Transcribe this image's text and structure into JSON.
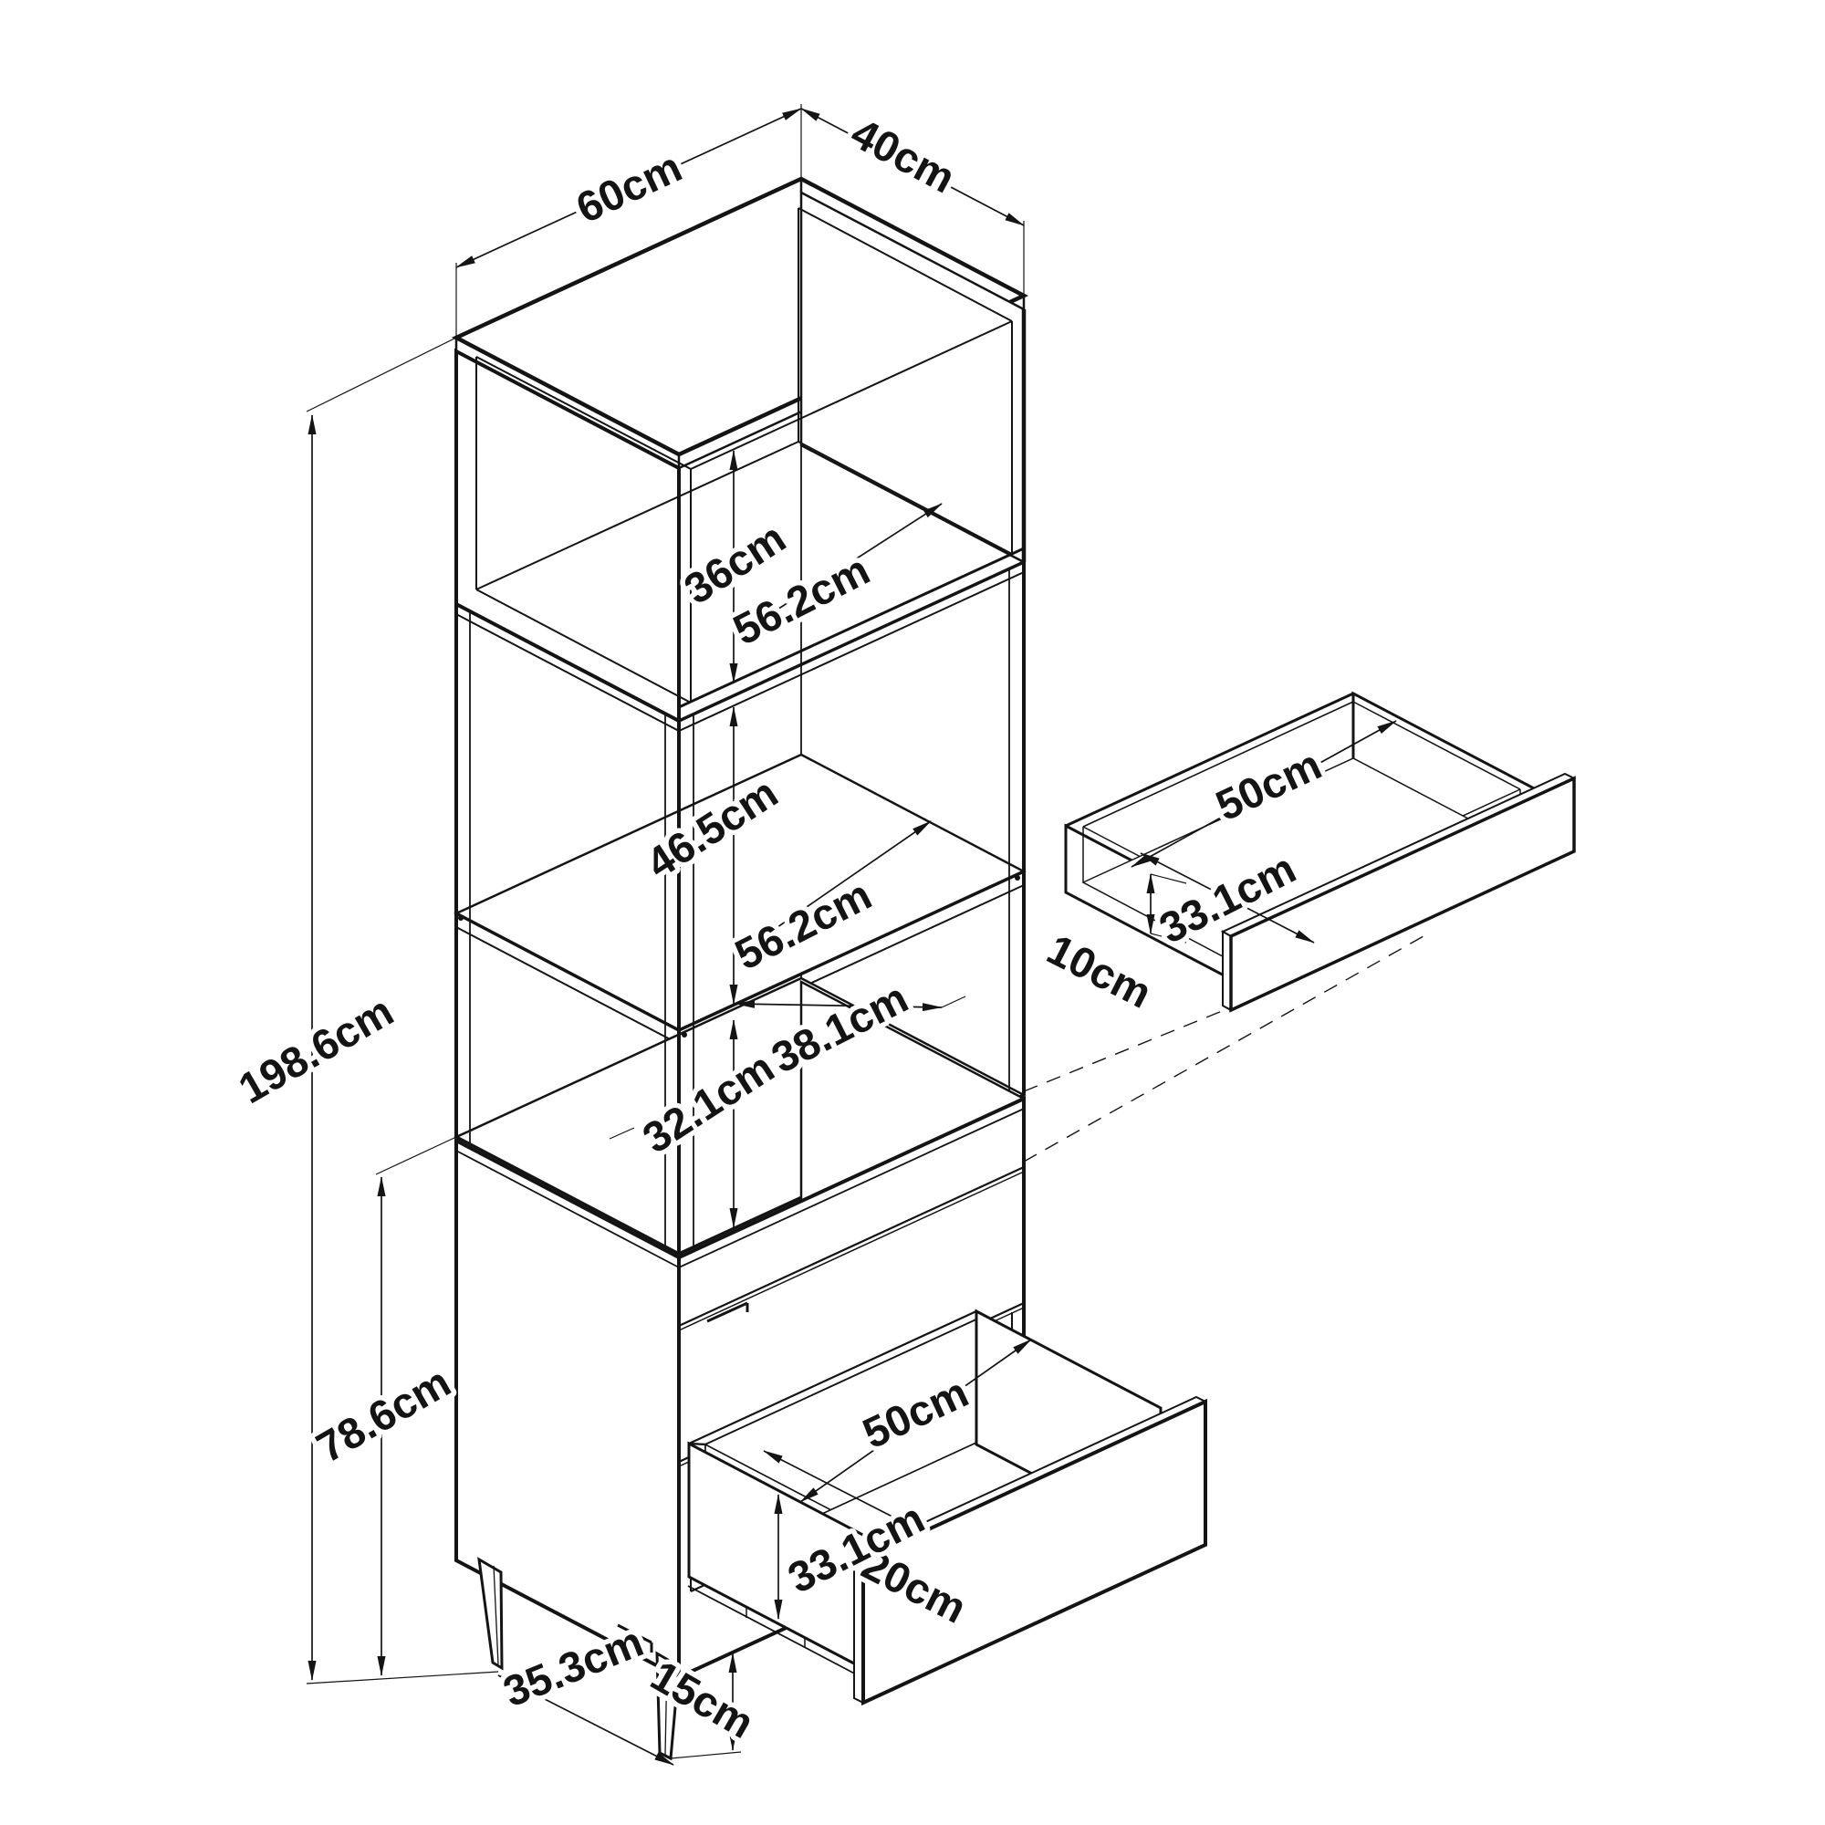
{
  "diagram": {
    "kind": "isometric furniture technical drawing",
    "subject": "tall cabinet with open shelves, door and drawers, plus two pulled-out drawer details",
    "unit": "cm",
    "colors": {
      "background": "#ffffff",
      "line": "#141414"
    },
    "cabinet": {
      "width": "60cm",
      "depth": "40cm",
      "total_height": "198.6cm",
      "base_height": "78.6cm",
      "top_compartment_height": "36cm",
      "top_compartment_width": "56.2cm",
      "middle_compartment_height": "46.5cm",
      "middle_shelf_width": "56.2cm",
      "lower_compartment_height": "32.1cm",
      "top_surface_depth": "38.1cm",
      "leg_spacing_depth": "35.3cm",
      "leg_height": "15cm"
    },
    "drawer_detail_upper": {
      "width": "50cm",
      "depth": "33.1cm",
      "height": "10cm"
    },
    "drawer_detail_lower": {
      "width": "50cm",
      "depth": "33.1cm",
      "height": "20cm"
    }
  }
}
